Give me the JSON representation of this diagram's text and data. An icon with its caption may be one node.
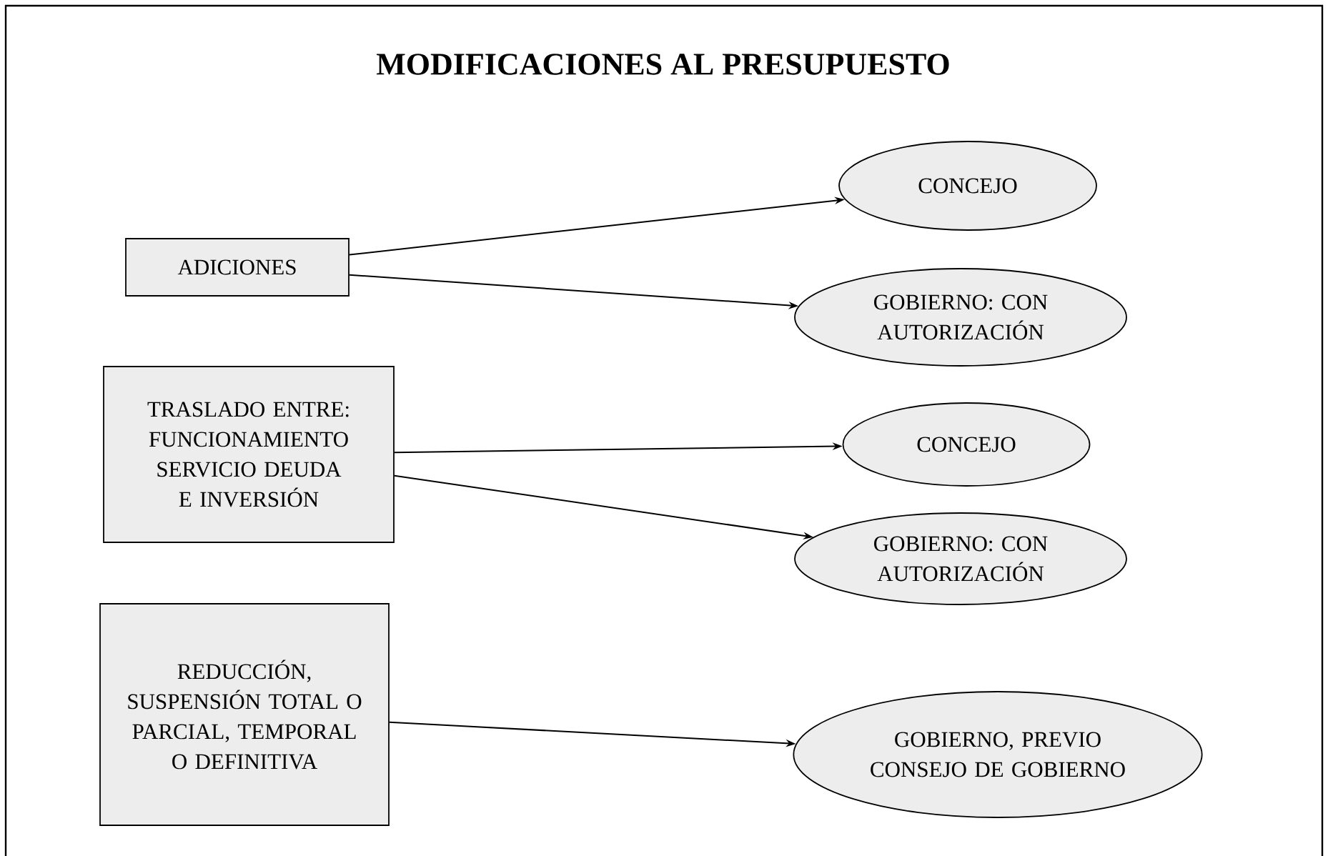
{
  "diagram": {
    "title": "MODIFICACIONES AL PRESUPUESTO",
    "nodes": [
      {
        "text": [
          "ADICIONES"
        ]
      },
      {
        "text": [
          "CONCEJO"
        ]
      },
      {
        "text": [
          "GOBIERNO: CON AUTORIZACIÓN"
        ]
      },
      {
        "text": [
          "TRASLADO ENTRE: FUNCIONAMIENTO SERVICIO DEUDA E INVERSIÓN"
        ]
      },
      {
        "text": [
          "CONCEJO"
        ]
      },
      {
        "text": [
          "GOBIERNO: CON AUTORIZACIÓN"
        ]
      },
      {
        "text": [
          "REDUCCIÓN, SUSPENSIÓN TOTAL O PARCIAL, TEMPORAL O DEFINITIVA"
        ]
      },
      {
        "text": [
          "GOBIERNO, PREVIO CONSEJO DE GOBIERNO"
        ]
      }
    ],
    "edges": [
      {
        "from": 0,
        "to": 1,
        "arrow": "to"
      },
      {
        "from": 0,
        "to": 2,
        "arrow": "to"
      },
      {
        "from": 3,
        "to": 4,
        "arrow": "to"
      },
      {
        "from": 3,
        "to": 5,
        "arrow": "to"
      },
      {
        "from": 6,
        "to": 7,
        "arrow": "to"
      }
    ]
  }
}
